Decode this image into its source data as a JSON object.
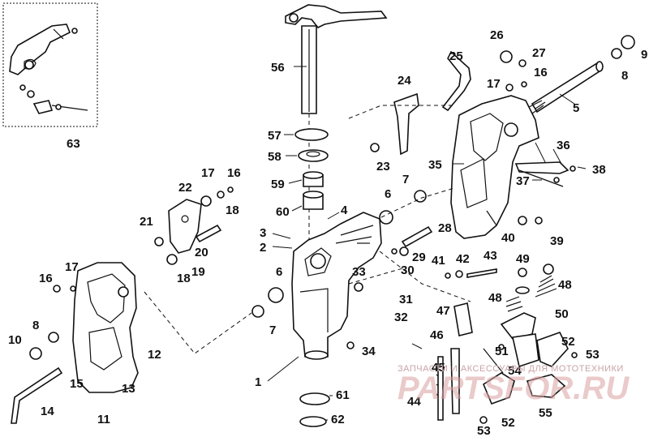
{
  "callouts": {
    "n1": "1",
    "n2": "2",
    "n3": "3",
    "n4": "4",
    "n5": "5",
    "n6a": "6",
    "n6b": "6",
    "n7a": "7",
    "n7b": "7",
    "n8a": "8",
    "n8b": "8",
    "n9": "9",
    "n10": "10",
    "n11": "11",
    "n12": "12",
    "n13": "13",
    "n14": "14",
    "n15": "15",
    "n16a": "16",
    "n16b": "16",
    "n16c": "16",
    "n17a": "17",
    "n17b": "17",
    "n17c": "17",
    "n18a": "18",
    "n18b": "18",
    "n19": "19",
    "n20": "20",
    "n21": "21",
    "n22": "22",
    "n23": "23",
    "n24": "24",
    "n25": "25",
    "n26": "26",
    "n27": "27",
    "n28": "28",
    "n29": "29",
    "n30": "30",
    "n31": "31",
    "n32": "32",
    "n33": "33",
    "n34": "34",
    "n35": "35",
    "n36": "36",
    "n37": "37",
    "n38": "38",
    "n39": "39",
    "n40": "40",
    "n41": "41",
    "n42": "42",
    "n43": "43",
    "n44": "44",
    "n45": "45",
    "n46": "46",
    "n47": "47",
    "n48a": "48",
    "n48b": "48",
    "n49": "49",
    "n50": "50",
    "n51": "51",
    "n52a": "52",
    "n52b": "52",
    "n53a": "53",
    "n53b": "53",
    "n54": "54",
    "n55": "55",
    "n56": "56",
    "n57": "57",
    "n58": "58",
    "n59": "59",
    "n60": "60",
    "n61": "61",
    "n62": "62",
    "n63": "63"
  },
  "watermark": {
    "caption": "ЗАПЧАСТИ И АКСЕССУАРЫ ДЛЯ МОТОТЕХНИКИ",
    "brand": "PARTSFOR.RU"
  }
}
